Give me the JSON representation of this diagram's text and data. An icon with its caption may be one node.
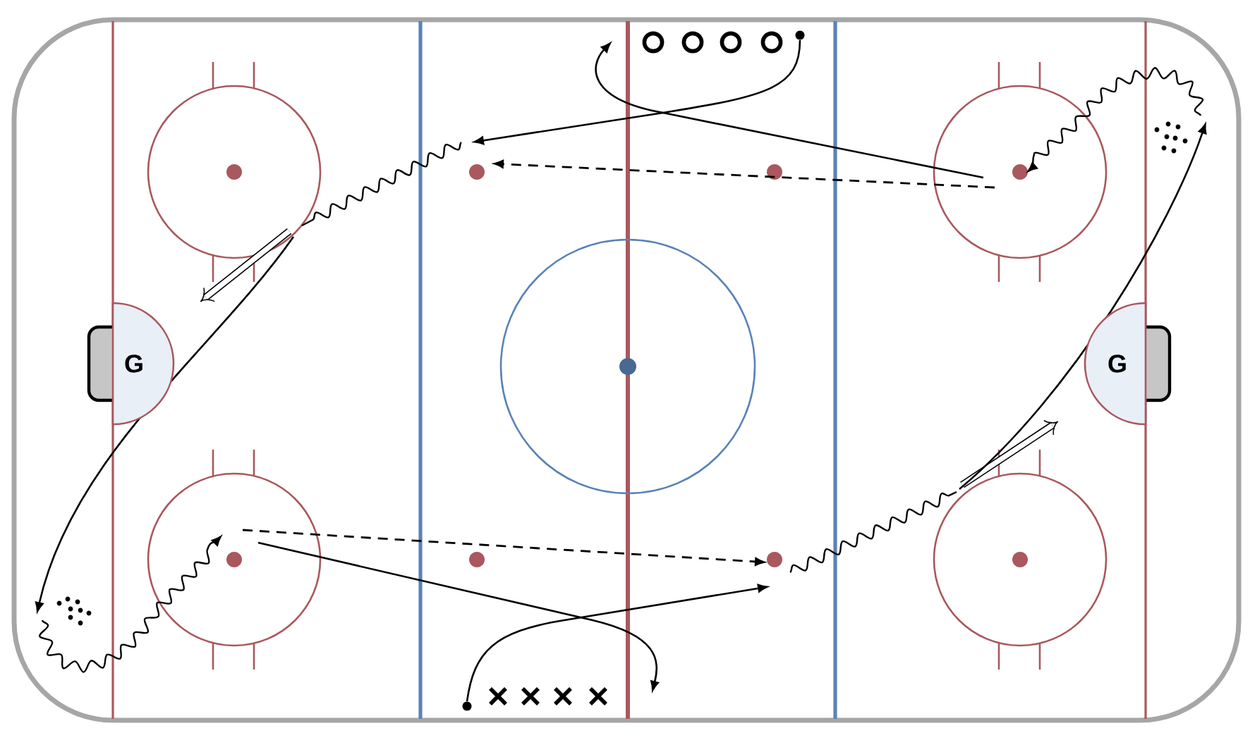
{
  "diagram": {
    "nodes": [
      {
        "text": [],
        "shape": "circle"
      },
      {
        "text": [
          "G"
        ]
      },
      {
        "text": [
          "G"
        ]
      },
      {
        "text": [],
        "shape": "circle"
      }
    ],
    "edges": [
      {
        "from": 0,
        "to": null,
        "arrow": "to"
      },
      {
        "from": 3,
        "to": null,
        "arrow": "to"
      }
    ]
  }
}
